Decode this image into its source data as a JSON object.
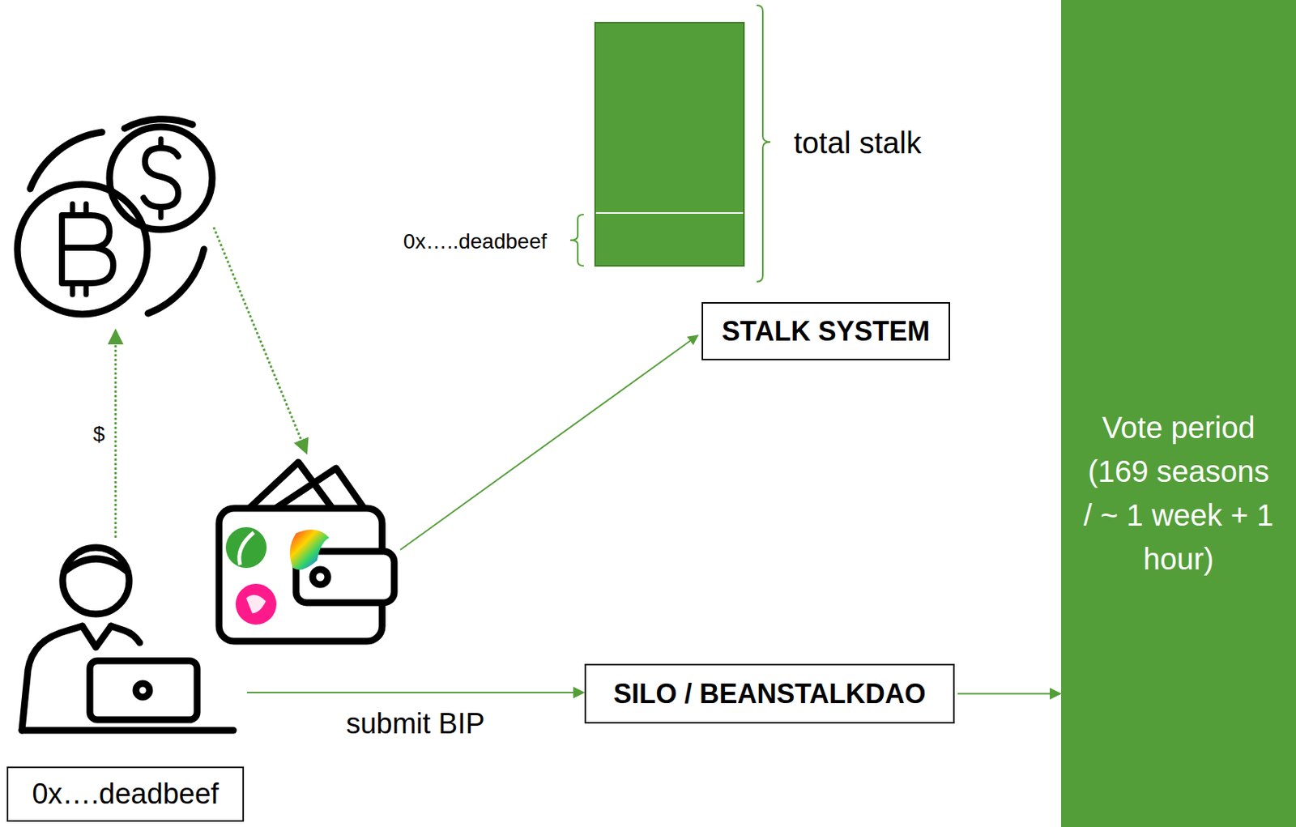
{
  "diagram": {
    "nodes": [
      {
        "text": [
          "0x….deadbeef"
        ]
      },
      {
        "text": [
          "STALK SYSTEM"
        ]
      },
      {
        "text": [
          "SILO / BEANSTALKDAO"
        ]
      },
      {
        "text": [
          "Vote period (169 seasons / ~ 1 week + 1 hour)"
        ]
      }
    ],
    "edges": [
      {
        "from": 0,
        "to": 2,
        "label": "submit BIP",
        "arrow": "to"
      },
      {
        "from": 2,
        "to": 3,
        "arrow": "to"
      }
    ],
    "labels": [
      "$",
      "total stalk",
      "0x…..deadbeef"
    ]
  }
}
